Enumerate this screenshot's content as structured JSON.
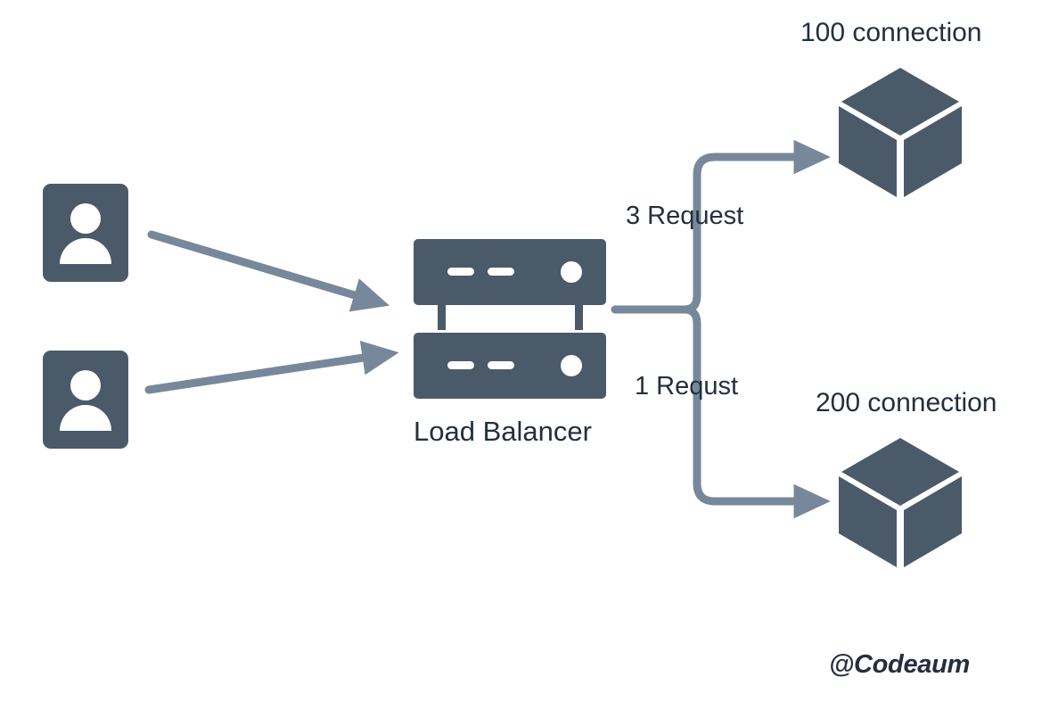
{
  "diagram": {
    "title": "Load Balancer least-connections routing diagram",
    "background_color": "#ffffff",
    "colors": {
      "node_fill": "#4b5a69",
      "connector": "#77889a",
      "text": "#232f3e",
      "icon_detail": "#ffffff"
    },
    "clients": [
      {
        "name": "client-top",
        "icon": "user-icon"
      },
      {
        "name": "client-bottom",
        "icon": "user-icon"
      }
    ],
    "load_balancer": {
      "label": "Load Balancer",
      "icon": "server-rack-icon",
      "units": 2
    },
    "branches": [
      {
        "id": "top",
        "request_label": "3 Request",
        "target_label": "100 connection",
        "target_icon": "cube-icon"
      },
      {
        "id": "bottom",
        "request_label": "1 Requst",
        "target_label": "200 connection",
        "target_icon": "cube-icon"
      }
    ],
    "watermark": "@Codeaum"
  }
}
